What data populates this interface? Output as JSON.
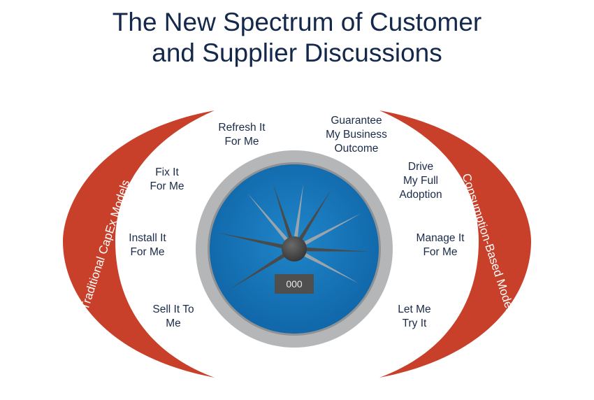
{
  "title": {
    "line1": "The New Spectrum of Customer",
    "line2": "and Supplier Discussions"
  },
  "arcs": {
    "left_label": "Traditional CapEx Models",
    "right_label": "Consumption-Based Models"
  },
  "steps": [
    {
      "line1": "Sell It To",
      "line2": "Me"
    },
    {
      "line1": "Install It",
      "line2": "For Me"
    },
    {
      "line1": "Fix It",
      "line2": "For Me"
    },
    {
      "line1": "Refresh It",
      "line2": "For Me"
    },
    {
      "line1": "Guarantee",
      "line2": "My Business",
      "line3": "Outcome"
    },
    {
      "line1": "Drive",
      "line2": "My Full",
      "line3": "Adoption"
    },
    {
      "line1": "Manage It",
      "line2": "For Me"
    },
    {
      "line1": "Let Me",
      "line2": "Try It"
    }
  ],
  "gauge": {
    "readout": "000"
  },
  "colors": {
    "title": "#14284b",
    "arc": "#c8402a",
    "dial": "#1675b8",
    "bezel": "#b4b6b8",
    "needle": "#4a4a4a"
  }
}
